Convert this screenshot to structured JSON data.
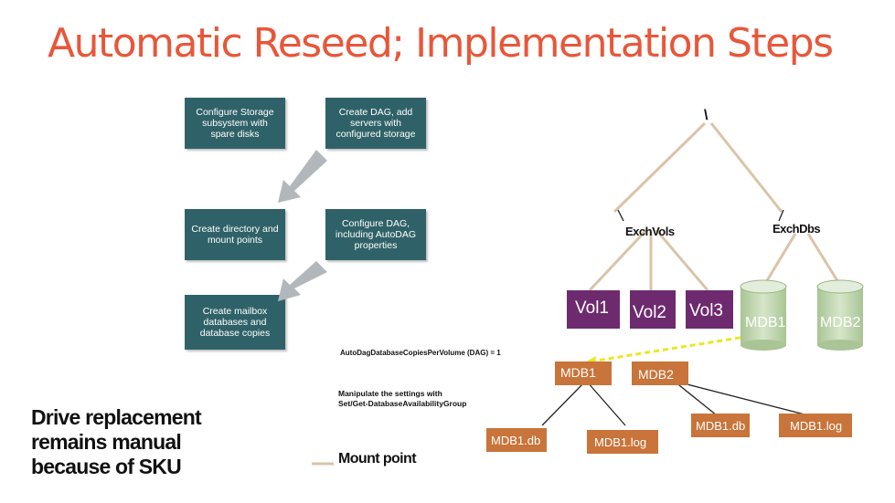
{
  "title": "Automatic Reseed; Implementation Steps",
  "steps": {
    "configure_storage": "Configure Storage subsystem with spare disks",
    "create_dag": "Create DAG, add servers with configured storage",
    "create_directory": "Create directory and mount points",
    "configure_dag": "Configure DAG, including AutoDAG properties",
    "create_mailbox": "Create mailbox databases and database copies"
  },
  "tree": {
    "root": "\\",
    "exchvols": "ExchVols",
    "exchdbs": "ExchDbs",
    "vol1": "Vol1",
    "vol2": "Vol2",
    "vol3": "Vol3",
    "mdb1_disk": "MDB1",
    "mdb2_disk": "MDB2",
    "mdb1_folder": "MDB1",
    "mdb2_folder": "MDB2",
    "mdb1_db_left": "MDB1.db",
    "mdb1_log_left": "MDB1.log",
    "mdb1_db_right": "MDB1.db",
    "mdb1_log_right": "MDB1.log"
  },
  "notes": {
    "autodag": "AutoDagDatabaseCopiesPerVolume (DAG) = 1",
    "manipulate_line1": "Manipulate the settings with",
    "manipulate_line2": "Set/Get-DatabaseAvailabilityGroup"
  },
  "legend": {
    "mount_point": "Mount point"
  },
  "callout": {
    "line1": "Drive replacement",
    "line2": "remains manual",
    "line3": "because of SKU"
  },
  "colors": {
    "title": "#e8573a",
    "step_box": "#2f6268",
    "volume": "#6e2a6e",
    "disk": "#c5d8b6",
    "leaf": "#c8743a",
    "mount_line": "#d9c4a8",
    "arrow": "#b1b7ba",
    "link": "#e8e820"
  }
}
